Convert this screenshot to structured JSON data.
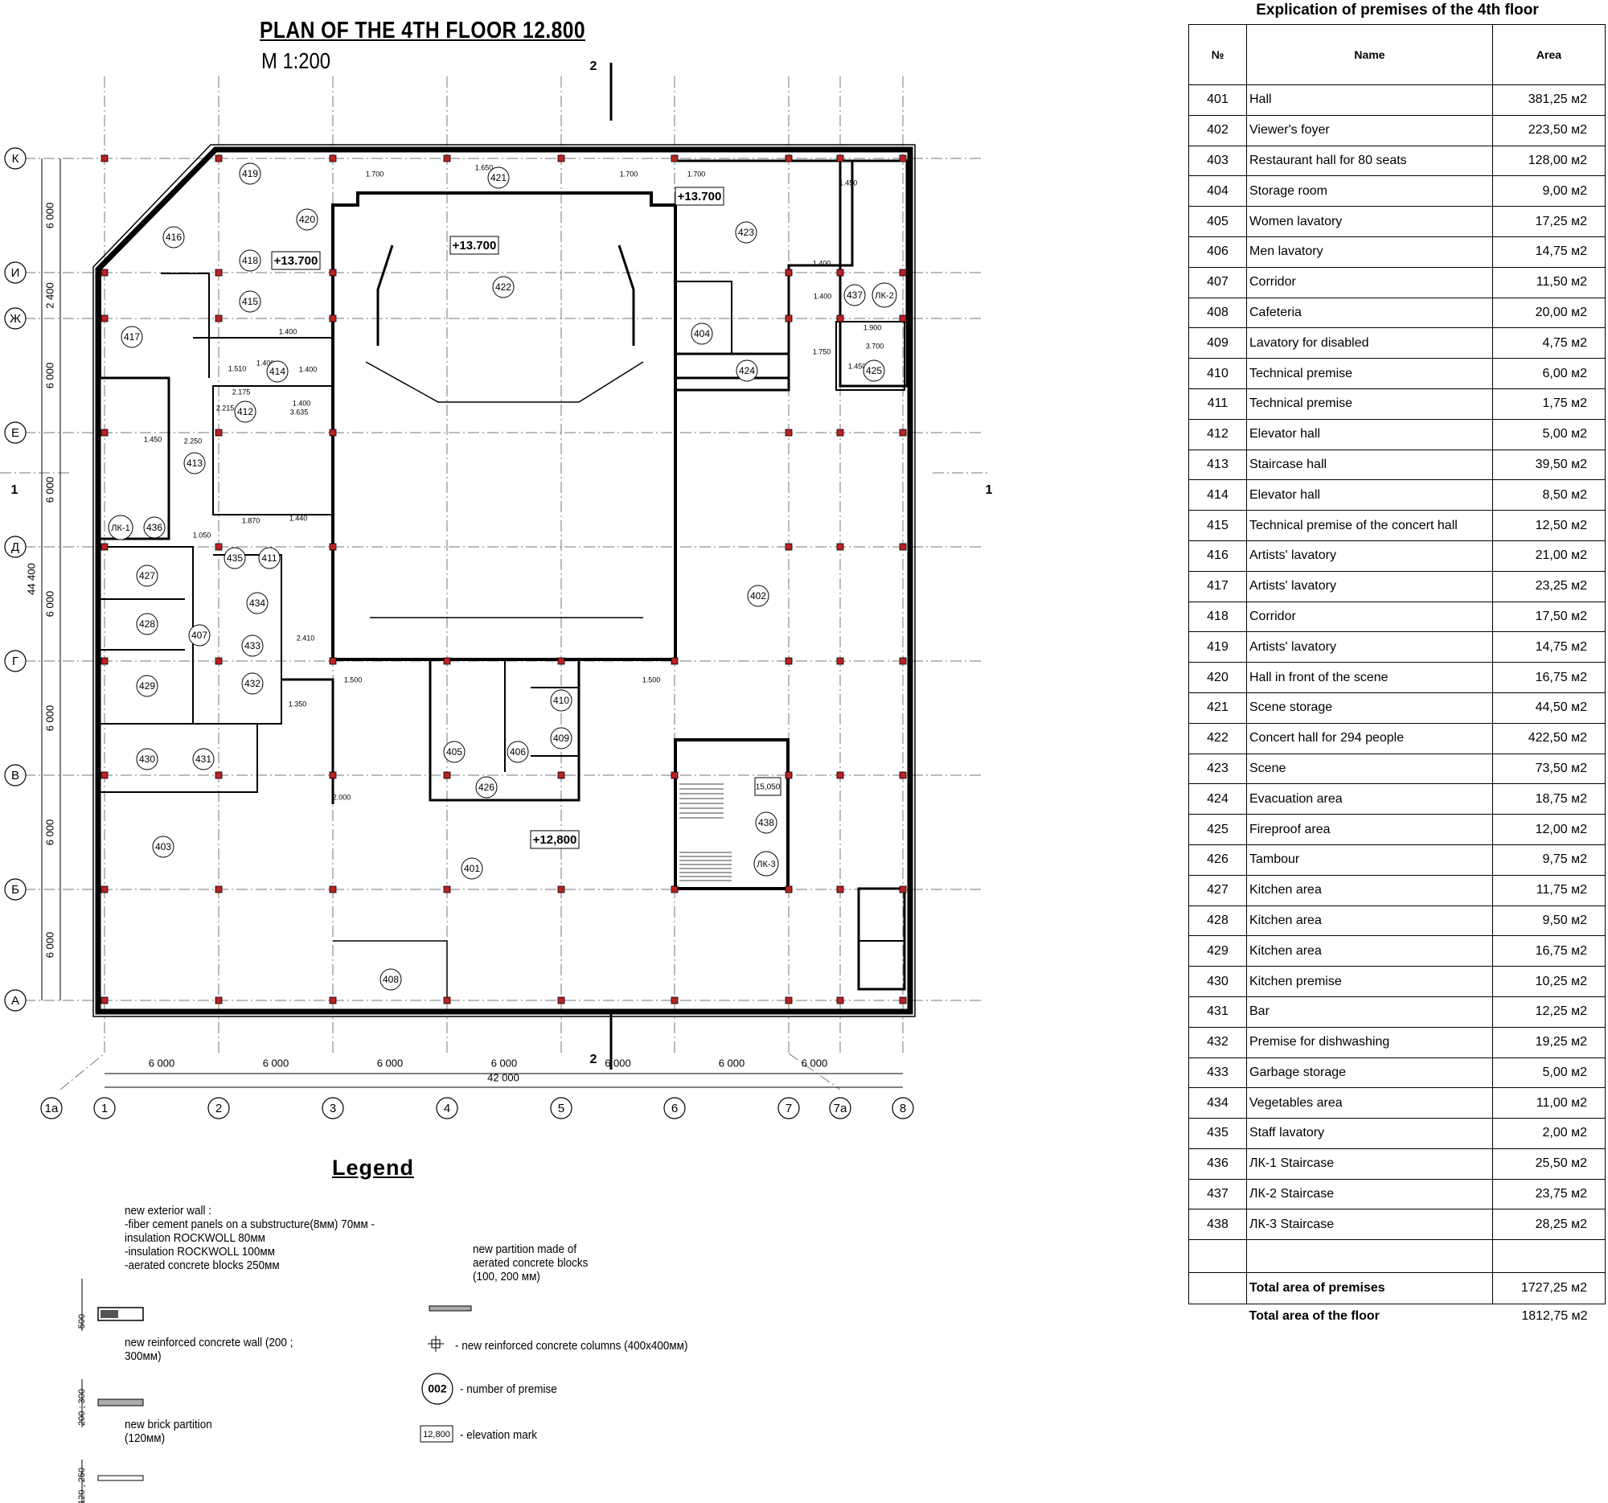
{
  "plan": {
    "title": "PLAN OF THE 4TH FLOOR 12.800",
    "scale": "M 1:200",
    "axes_x": [
      "1a",
      "1",
      "2",
      "3",
      "4",
      "5",
      "6",
      "7",
      "7a",
      "8"
    ],
    "axes_y": [
      "К",
      "И",
      "Ж",
      "Е",
      "Д",
      "Г",
      "В",
      "Б",
      "А"
    ],
    "bay_dims_x": [
      "6 000",
      "6 000",
      "6 000",
      "6 000",
      "6 000",
      "6 000",
      "6 000"
    ],
    "overall_x": "42 000",
    "bay_dims_y": [
      "6 000",
      "2 400",
      "6 000",
      "6 000",
      "6 000",
      "6 000",
      "6 000",
      "6 000"
    ],
    "overall_y": "44 400",
    "section_marks": [
      "2",
      "2",
      "1",
      "1"
    ],
    "elevations": [
      "+13.700",
      "+13.700",
      "+13.700",
      "+12,800",
      "15,050"
    ],
    "room_labels": [
      "401",
      "402",
      "403",
      "404",
      "405",
      "406",
      "407",
      "408",
      "409",
      "410",
      "411",
      "412",
      "413",
      "414",
      "415",
      "416",
      "417",
      "418",
      "419",
      "420",
      "421",
      "422",
      "423",
      "424",
      "425",
      "426",
      "427",
      "428",
      "429",
      "430",
      "431",
      "432",
      "433",
      "434",
      "435",
      "436",
      "437",
      "438"
    ],
    "stair_labels": [
      "ЛК-1",
      "ЛК-2",
      "ЛК-3"
    ],
    "small_dims": [
      "1.700",
      "1.650",
      "1.700",
      "1.700",
      "1.450",
      "1.400",
      "1.400",
      "1.510",
      "1.400",
      "2.175",
      "2.215",
      "1.400",
      "3.635",
      "2.250",
      "1.450",
      "1.050",
      "1.870",
      "1.440",
      "2.410",
      "1.500",
      "1.500",
      "1.350",
      "2.000",
      "1.400",
      "1.750",
      "1.450",
      "1.400",
      "3.700",
      "1.900"
    ]
  },
  "legend": {
    "title": "Legend",
    "exterior_wall": "new exterior wall :\n-fiber cement panels on a substructure(8мм) 70мм -\ninsulation ROCKWOLL 80мм\n-insulation ROCKWOLL 100мм\n-aerated concrete blocks 250мм",
    "exterior_dim": "500",
    "concrete_wall": "new reinforced concrete wall (200 ;\n300мм)",
    "concrete_dim": "200 ; 300",
    "brick": "new brick partition\n(120мм)",
    "brick_dim": "120 , 250",
    "aerated": "new partition made of\naerated concrete blocks\n(100, 200 мм)",
    "columns": "- new reinforced concrete columns (400х400мм)",
    "premise_number_sample": "002",
    "premise_number": "- number of premise",
    "elevation_sample": "12,800",
    "elevation": "- elevation mark"
  },
  "explication": {
    "title": "Explication of premises of the 4th floor",
    "headers": [
      "№",
      "Name",
      "Area"
    ],
    "rows": [
      [
        "401",
        "Hall",
        "381,25 м2"
      ],
      [
        "402",
        "Viewer's foyer",
        "223,50 м2"
      ],
      [
        "403",
        "Restaurant hall for 80 seats",
        "128,00 м2"
      ],
      [
        "404",
        "Storage room",
        "9,00 м2"
      ],
      [
        "405",
        "Women lavatory",
        "17,25 м2"
      ],
      [
        "406",
        "Men lavatory",
        "14,75 м2"
      ],
      [
        "407",
        "Corridor",
        "11,50 м2"
      ],
      [
        "408",
        "Cafeteria",
        "20,00 м2"
      ],
      [
        "409",
        "Lavatory for disabled",
        "4,75 м2"
      ],
      [
        "410",
        "Technical premise",
        "6,00 м2"
      ],
      [
        "411",
        "Technical premise",
        "1,75 м2"
      ],
      [
        "412",
        "Elevator hall",
        "5,00 м2"
      ],
      [
        "413",
        "Staircase hall",
        "39,50 м2"
      ],
      [
        "414",
        "Elevator hall",
        "8,50 м2"
      ],
      [
        "415",
        "Technical premise of the concert hall",
        "12,50 м2"
      ],
      [
        "416",
        "Artists' lavatory",
        "21,00 м2"
      ],
      [
        "417",
        "Artists' lavatory",
        "23,25 м2"
      ],
      [
        "418",
        "Corridor",
        "17,50 м2"
      ],
      [
        "419",
        "Artists' lavatory",
        "14,75 м2"
      ],
      [
        "420",
        "Hall in front of the  scene",
        "16,75 м2"
      ],
      [
        "421",
        "Scene storage",
        "44,50 м2"
      ],
      [
        "422",
        "Concert hall for 294 people",
        "422,50 м2"
      ],
      [
        "423",
        "Scene",
        "73,50 м2"
      ],
      [
        "424",
        "Evacuation area",
        "18,75 м2"
      ],
      [
        "425",
        "Fireproof area",
        "12,00 м2"
      ],
      [
        "426",
        "Tambour",
        "9,75 м2"
      ],
      [
        "427",
        "Kitchen area",
        "11,75 м2"
      ],
      [
        "428",
        "Kitchen area",
        "9,50 м2"
      ],
      [
        "429",
        "Kitchen area",
        "16,75 м2"
      ],
      [
        "430",
        "Kitchen premise",
        "10,25 м2"
      ],
      [
        "431",
        "Bar",
        "12,25 м2"
      ],
      [
        "432",
        "Premise for dishwashing",
        "19,25 м2"
      ],
      [
        "433",
        "Garbage storage",
        "5,00 м2"
      ],
      [
        "434",
        "Vegetables area",
        "11,00 м2"
      ],
      [
        "435",
        "Staff lavatory",
        "2,00 м2"
      ],
      [
        "436",
        "ЛК-1 Staircase",
        "25,50 м2"
      ],
      [
        "437",
        "ЛК-2 Staircase",
        "23,75 м2"
      ],
      [
        "438",
        "ЛК-3 Staircase",
        "28,25 м2"
      ]
    ],
    "total_premises_label": "Total area of premises",
    "total_premises_value": "1727,25 м2",
    "total_floor_label": "Total area of the floor",
    "total_floor_value": "1812,75 м2"
  }
}
